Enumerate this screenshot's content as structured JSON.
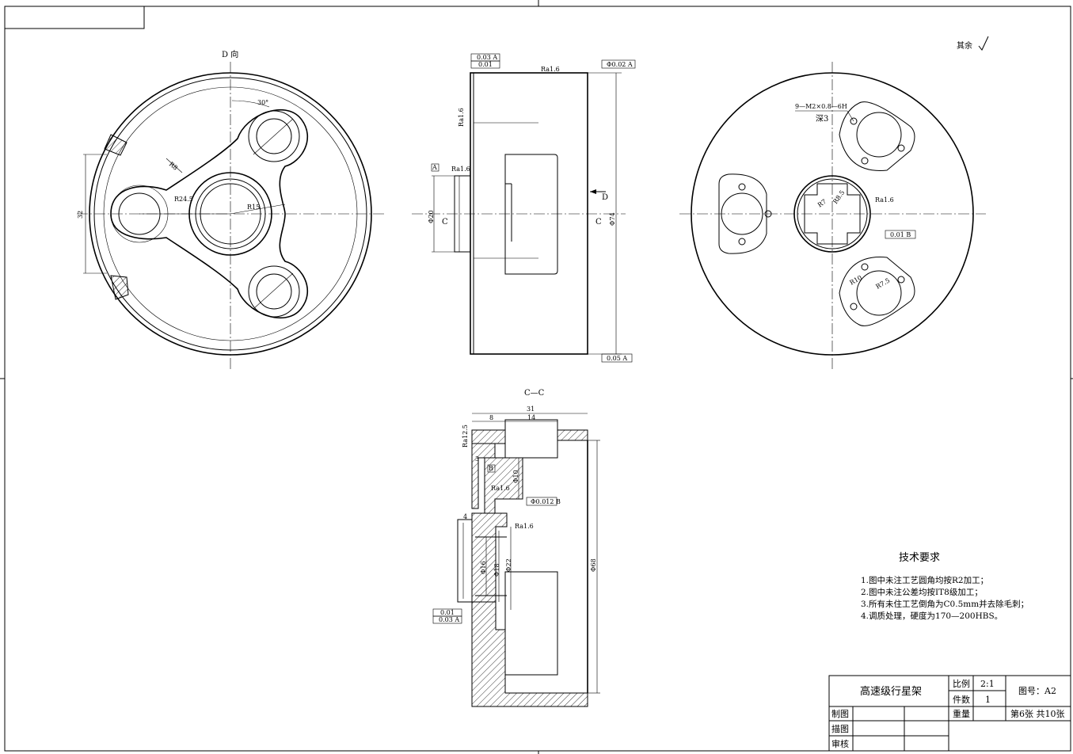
{
  "view_labels": {
    "d_view": "D 向",
    "section": "C—C",
    "c_left": "C",
    "c_right": "C",
    "d_arrow": "D"
  },
  "roughness_general": "其余",
  "thread_note": {
    "line1": "9—M2×0.8—6H",
    "line2": "深3"
  },
  "dimensions": {
    "d_view": [
      "30°",
      "R8",
      "R24.5",
      "R15",
      "32"
    ],
    "side_view": [
      "Φ20",
      "Φ74",
      "Ra1.6",
      "Ra1.6",
      "Ra1.6"
    ],
    "right_view": [
      "R7",
      "R8.5",
      "R10",
      "R7.5",
      "Ra1.6"
    ],
    "section": [
      "31",
      "8",
      "14",
      "3",
      "Φ10",
      "4",
      "Φ16",
      "Φ18",
      "Φ22",
      "Φ68",
      "Ra12.5",
      "Ra1.6",
      "Ra1.6"
    ]
  },
  "tolerance_frames": {
    "side_top_left_1": "0.03 A",
    "side_top_left_2": "0.01",
    "side_top_right": "Φ0.02 A",
    "side_bottom_right": "0.05 A",
    "side_datum": "A",
    "right_view": "0.01 B",
    "section_mid": "Φ0.012 B",
    "section_datum": "B",
    "section_low_1": "0.01",
    "section_low_2": "0.03 A"
  },
  "tech_requirements": {
    "title": "技术要求",
    "items": [
      "1.图中未注工艺圆角均按R2加工；",
      "2.图中未注公差均按IT8级加工；",
      "3.所有未住工艺倒角为C0.5mm并去除毛刺；",
      "4.调质处理，硬度为170—200HBS。"
    ]
  },
  "title_block": {
    "part_name": "高速级行星架",
    "scale_label": "比例",
    "scale_value": "2:1",
    "qty_label": "件数",
    "qty_value": "1",
    "weight_label": "重量",
    "drawing_no": "图号：A2",
    "sheet_info": "第6张  共10张",
    "drawn_label": "制图",
    "traced_label": "描图",
    "checked_label": "审核"
  }
}
